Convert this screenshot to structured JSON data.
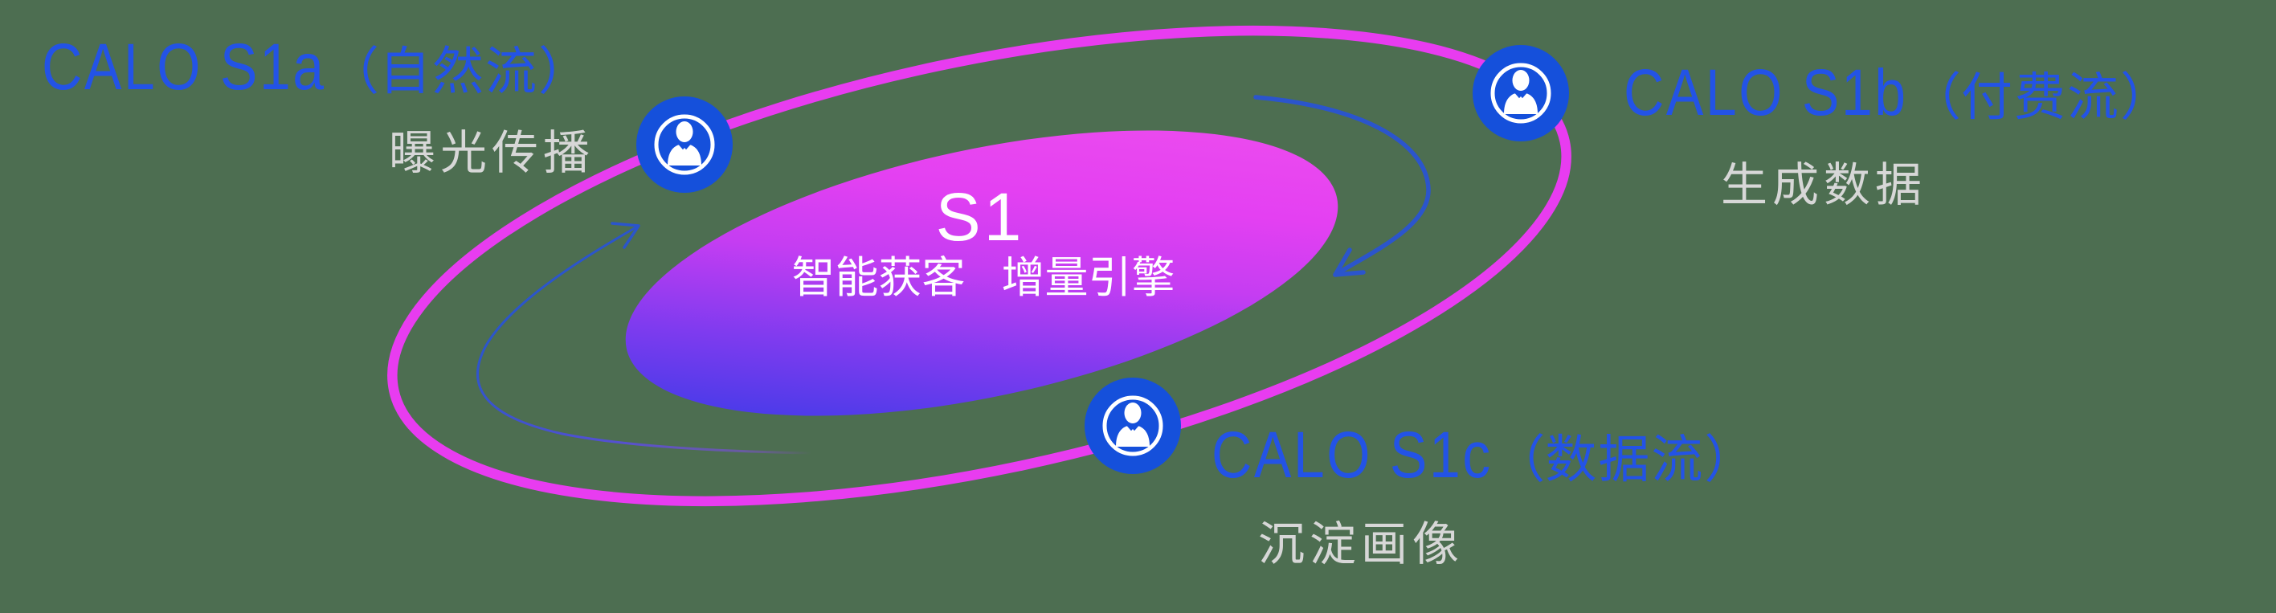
{
  "canvas": {
    "background": "#4D6E51"
  },
  "palette": {
    "orbit_ring": "#E83CF0",
    "badge_blue": "#1550DB",
    "title_blue": "#2353E6",
    "label_gray": "#D7D7D7",
    "arrow_blue": "#2B55CC",
    "center_gradient": [
      "#333BE6",
      "#7F3BEF",
      "#C53DF2",
      "#E843F1"
    ]
  },
  "center_ellipse": {
    "title": "S1",
    "subtitle": "智能获客 增量引擎"
  },
  "orbit_labels": {
    "s1a": {
      "title": "CALO S1a（自然流）",
      "subtitle": "曝光传播"
    },
    "s1b": {
      "title": "CALO S1b（付费流）",
      "subtitle": "生成数据"
    },
    "s1c": {
      "title": "CALO S1c（数据流）",
      "subtitle": "沉淀画像"
    }
  }
}
